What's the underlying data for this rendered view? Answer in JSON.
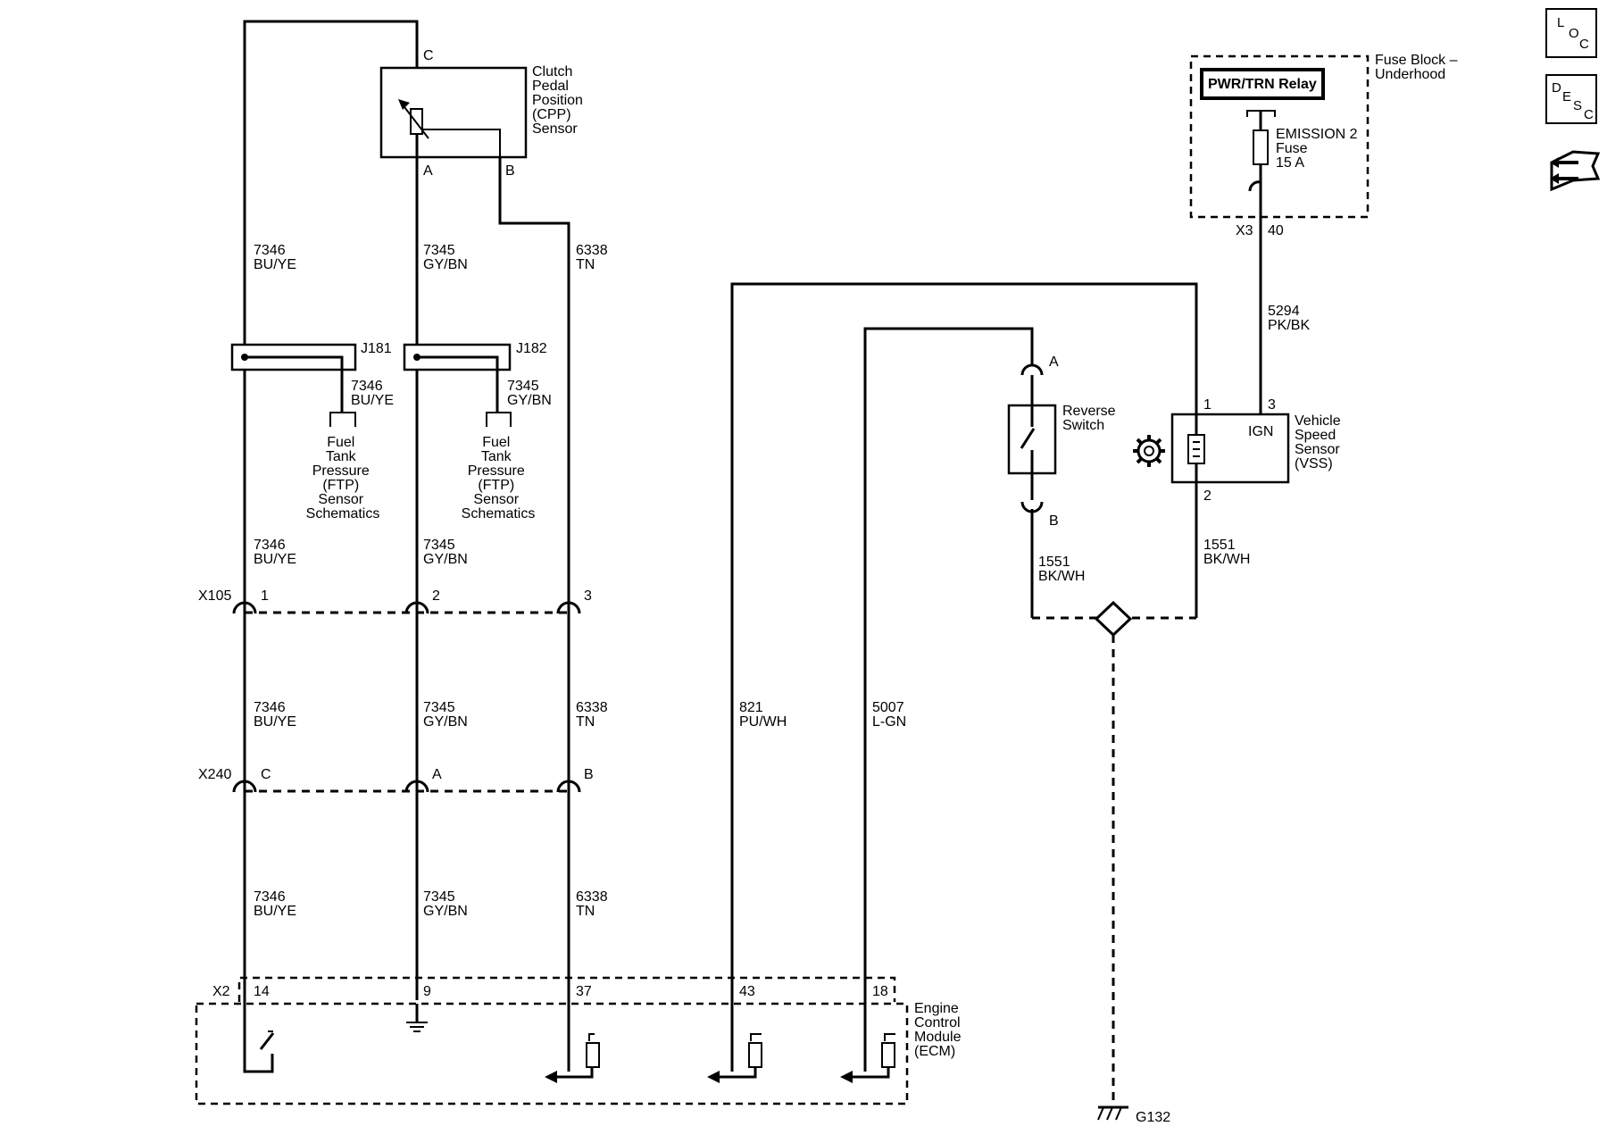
{
  "nav": {
    "loc": [
      "L",
      "O",
      "C"
    ],
    "desc": [
      "D",
      "E",
      "S",
      "C"
    ]
  },
  "cpp": {
    "label_lines": [
      "Clutch",
      "Pedal",
      "Position",
      "(CPP)",
      "Sensor"
    ],
    "pin_c": "C",
    "pin_a": "A",
    "pin_b": "B"
  },
  "wires": {
    "w7346": {
      "num": "7346",
      "color": "BU/YE"
    },
    "w7345": {
      "num": "7345",
      "color": "GY/BN"
    },
    "w6338": {
      "num": "6338",
      "color": "TN"
    },
    "w821": {
      "num": "821",
      "color": "PU/WH"
    },
    "w5007": {
      "num": "5007",
      "color": "L-GN"
    },
    "w1551": {
      "num": "1551",
      "color": "BK/WH"
    },
    "w5294": {
      "num": "5294",
      "color": "PK/BK"
    }
  },
  "splices": {
    "j181": "J181",
    "j182": "J182"
  },
  "ftp_ref_lines": [
    "Fuel",
    "Tank",
    "Pressure",
    "(FTP)",
    "Sensor",
    "Schematics"
  ],
  "x105": {
    "name": "X105",
    "pins": [
      "1",
      "2",
      "3"
    ]
  },
  "x240": {
    "name": "X240",
    "pins": [
      "C",
      "A",
      "B"
    ]
  },
  "ecm": {
    "connector": "X2",
    "pins": [
      "14",
      "9",
      "37",
      "43",
      "18"
    ],
    "label_lines": [
      "Engine",
      "Control",
      "Module",
      "(ECM)"
    ]
  },
  "fuse_block": {
    "title_lines": [
      "Fuse Block –",
      "Underhood"
    ],
    "relay": "PWR/TRN Relay",
    "fuse_lines": [
      "EMISSION 2",
      "Fuse",
      "15 A"
    ],
    "conn": "X3",
    "pin": "40"
  },
  "reverse_switch": {
    "label_lines": [
      "Reverse",
      "Switch"
    ],
    "pin_a": "A",
    "pin_b": "B"
  },
  "vss": {
    "label_lines": [
      "Vehicle",
      "Speed",
      "Sensor",
      "(VSS)"
    ],
    "ign": "IGN",
    "pin1": "1",
    "pin2": "2",
    "pin3": "3"
  },
  "ground": "G132"
}
